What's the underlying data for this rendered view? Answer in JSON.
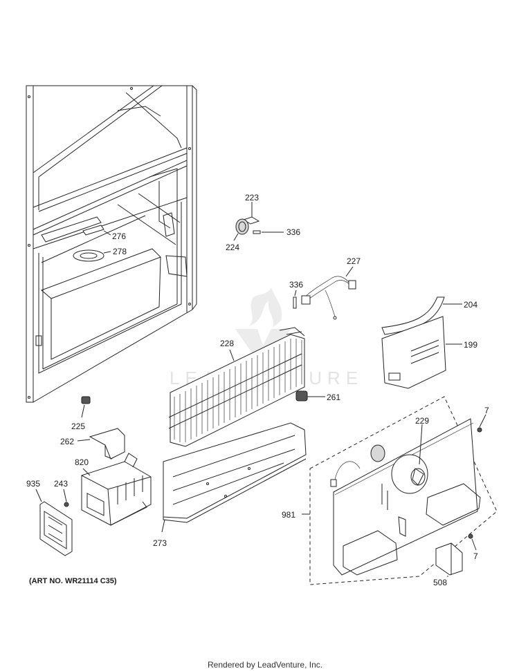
{
  "watermark": "LEADVENTURE",
  "art_number": "(ART NO. WR21114 C35)",
  "footer": "Rendered by LeadVenture, Inc.",
  "parts": {
    "p223": "223",
    "p224": "224",
    "p336a": "336",
    "p336b": "336",
    "p227": "227",
    "p276": "276",
    "p278": "278",
    "p204": "204",
    "p199": "199",
    "p228": "228",
    "p261": "261",
    "p7a": "7",
    "p7b": "7",
    "p229": "229",
    "p225": "225",
    "p262": "262",
    "p820": "820",
    "p935": "935",
    "p243": "243",
    "p273": "273",
    "p981": "981",
    "p508": "508"
  }
}
